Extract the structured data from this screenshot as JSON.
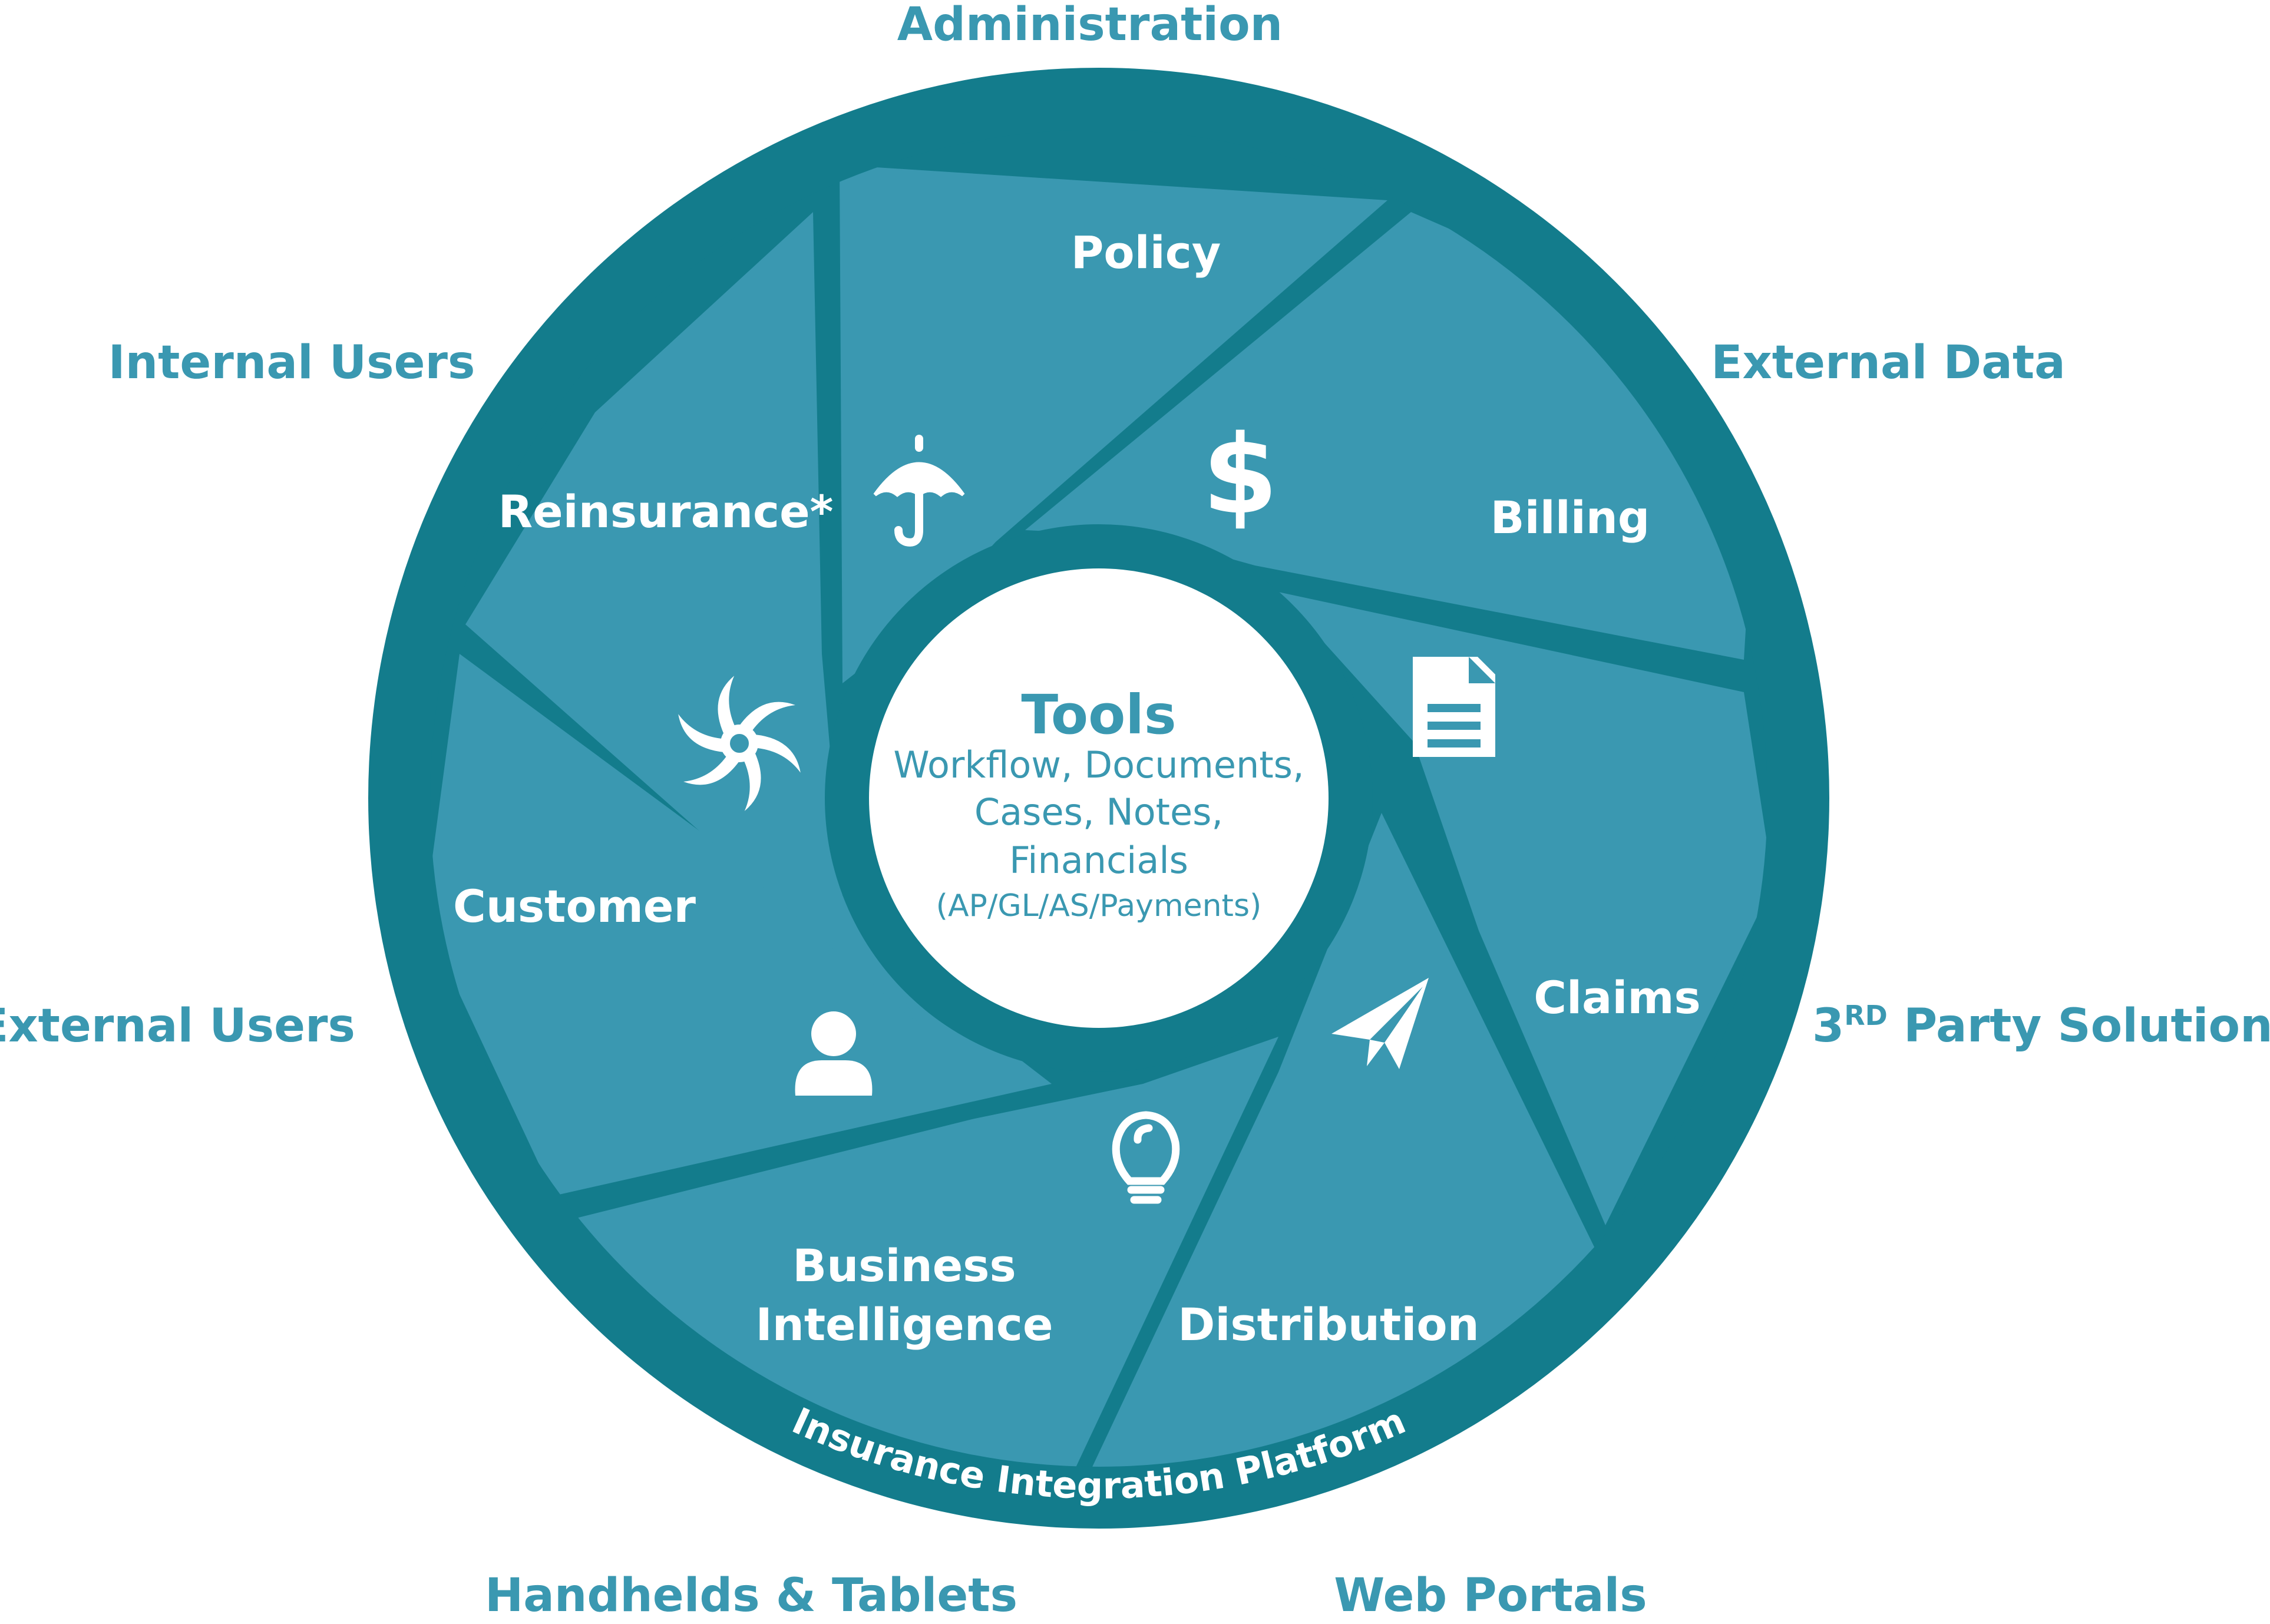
{
  "colors": {
    "ring": "#137c8c",
    "segment": "#3a98b1",
    "label": "#3a98b1",
    "center": "#ffffff",
    "text_on_segment": "#ffffff"
  },
  "outer_labels": {
    "administration": "Administration",
    "internal_users": "Internal Users",
    "external_data": "External Data",
    "external_users": "External Users",
    "third_party": "3",
    "third_party_sup": "RD",
    "third_party_rest": " Party Solutions",
    "handhelds_tablets": "Handhelds & Tablets",
    "web_portals": "Web Portals"
  },
  "segments": {
    "policy": "Policy",
    "billing": "Billing",
    "claims": "Claims",
    "distribution": "Distribution",
    "business_intelligence_line1": "Business",
    "business_intelligence_line2": "Intelligence",
    "customer": "Customer",
    "reinsurance": "Reinsurance*"
  },
  "center": {
    "title": "Tools",
    "line1": "Workflow, Documents,",
    "line2": "Cases, Notes,",
    "line3": "Financials",
    "line4": "(AP/GL/AS/Payments)"
  },
  "ring_caption": "Insurance Integration Platform",
  "icons": {
    "policy": "umbrella-icon",
    "billing": "dollar-icon",
    "claims": "document-icon",
    "distribution": "paper-plane-icon",
    "business_intelligence": "lightbulb-icon",
    "customer": "user-icon",
    "reinsurance": "hurricane-icon"
  }
}
